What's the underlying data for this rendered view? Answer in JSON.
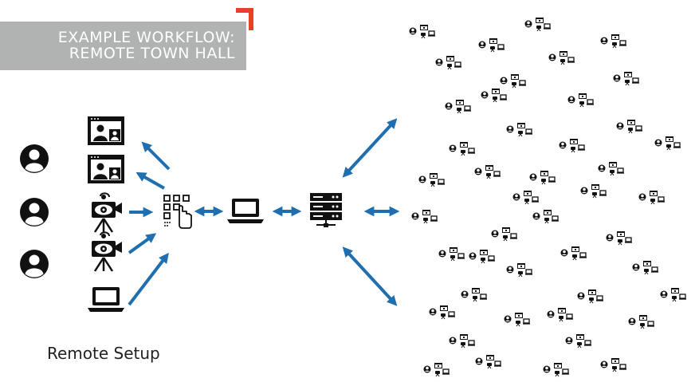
{
  "title": {
    "line1": "EXAMPLE WORKFLOW:",
    "line2": "REMOTE TOWN HALL"
  },
  "caption": "Remote Setup",
  "colors": {
    "accent": "#e8402b",
    "arrow": "#1f6fb0",
    "banner": "#b1b3b3",
    "icon": "#111111"
  },
  "icons": {
    "presenters": [
      "person-icon",
      "person-icon",
      "person-icon"
    ],
    "sources": [
      "video-call-window-icon",
      "video-call-window-icon",
      "video-camera-icon",
      "video-camera-icon",
      "laptop-icon"
    ],
    "pipeline": [
      "switcher-touch-icon",
      "laptop-icon",
      "server-icon"
    ],
    "audience": "viewer-workstation-icon"
  },
  "audience_count": 45
}
